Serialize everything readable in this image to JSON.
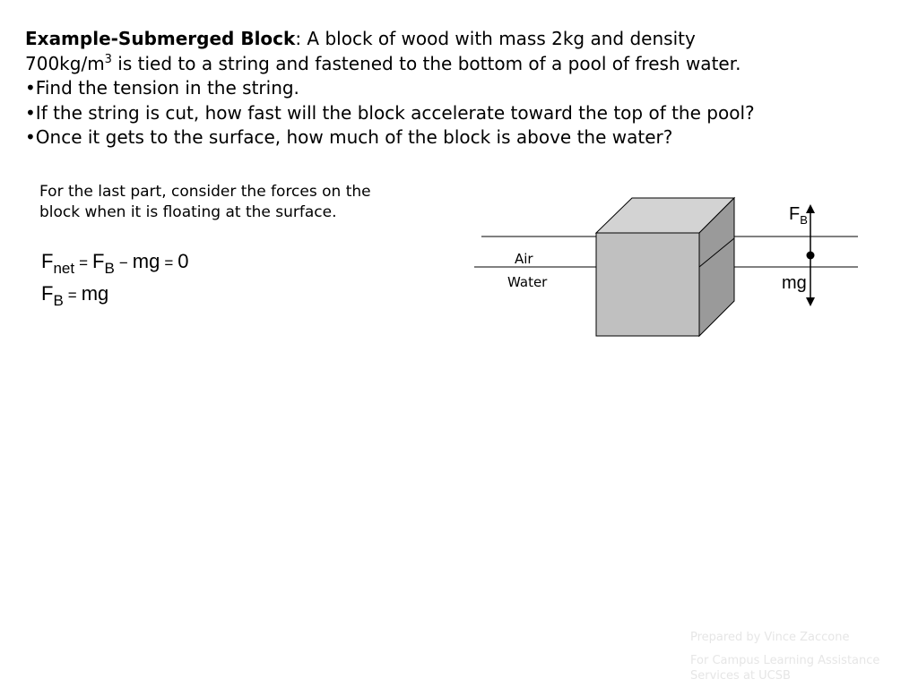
{
  "problem": {
    "title": "Example-Submerged Block",
    "intro_a": ":  A block of wood with mass 2kg and density",
    "intro_b": "700kg/m",
    "intro_b_sup": "3",
    "intro_c": " is tied to a string and fastened to the bottom of a pool of fresh water.",
    "bullets": [
      "•Find the tension in the string.",
      "•If the string is cut, how fast will the block accelerate toward the top of the pool?",
      "•Once it gets to the surface, how much of the block is above the water?"
    ]
  },
  "note": {
    "line1": "For the last part, consider the forces on the",
    "line2": "block when it is floating at the surface."
  },
  "equations": {
    "eq1": {
      "F": "F",
      "net": "net",
      "eq": "=",
      "FB_F": "F",
      "FB_sub": "B",
      "minus": "−",
      "mg": "mg",
      "eq2": "=",
      "zero": "0"
    },
    "eq2": {
      "F": "F",
      "sub": "B",
      "eq": "=",
      "mg": "mg"
    }
  },
  "diagram": {
    "air_label": "Air",
    "water_label": "Water",
    "fb_F": "F",
    "fb_sub": "B",
    "mg_label": "mg",
    "block_front_color": "#c0c0c0",
    "block_top_color": "#d3d3d3",
    "block_side_color": "#9a9a9a"
  },
  "credits": {
    "line1": "Prepared by Vince Zaccone",
    "line2": "For Campus Learning Assistance",
    "line3": "Services at UCSB"
  }
}
